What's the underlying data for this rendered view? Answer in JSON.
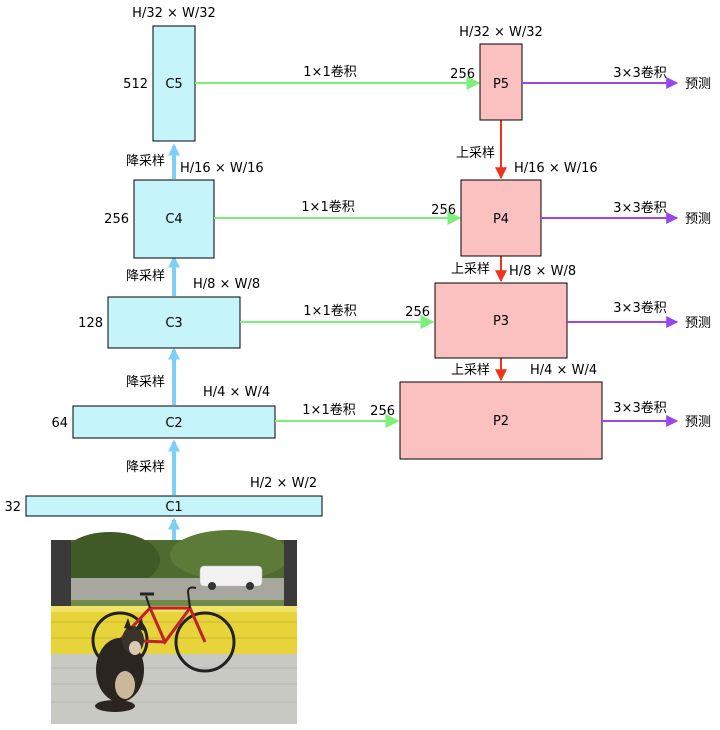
{
  "backbone": {
    "c5": {
      "label": "C5",
      "channels": "512",
      "size": "H/32 × W/32"
    },
    "c4": {
      "label": "C4",
      "channels": "256",
      "size": "H/16 × W/16"
    },
    "c3": {
      "label": "C3",
      "channels": "128",
      "size": "H/8 × W/8"
    },
    "c2": {
      "label": "C2",
      "channels": "64",
      "size": "H/4 × W/4"
    },
    "c1": {
      "label": "C1",
      "channels": "32",
      "size": "H/2 × W/2"
    },
    "downsample_label": "降采样"
  },
  "pyramid": {
    "p5": {
      "label": "P5",
      "channels": "256",
      "size": "H/32 × W/32"
    },
    "p4": {
      "label": "P4",
      "channels": "256",
      "size": "H/16 × W/16"
    },
    "p3": {
      "label": "P3",
      "channels": "256",
      "size": "H/8 × W/8"
    },
    "p2": {
      "label": "P2",
      "channels": "256",
      "size": "H/4 × W/4"
    },
    "upsample_label": "上采样"
  },
  "lateral_label": "1×1卷积",
  "head_label": "3×3卷积",
  "prediction_label": "预测",
  "colors": {
    "backbone_fill": "#c5f5fb",
    "pyramid_fill": "#fbc0c0",
    "downsample_arrow": "#7dd0f5",
    "lateral_arrow": "#7ef07a",
    "upsample_arrow": "#f0341c",
    "head_arrow": "#9a46ea"
  }
}
